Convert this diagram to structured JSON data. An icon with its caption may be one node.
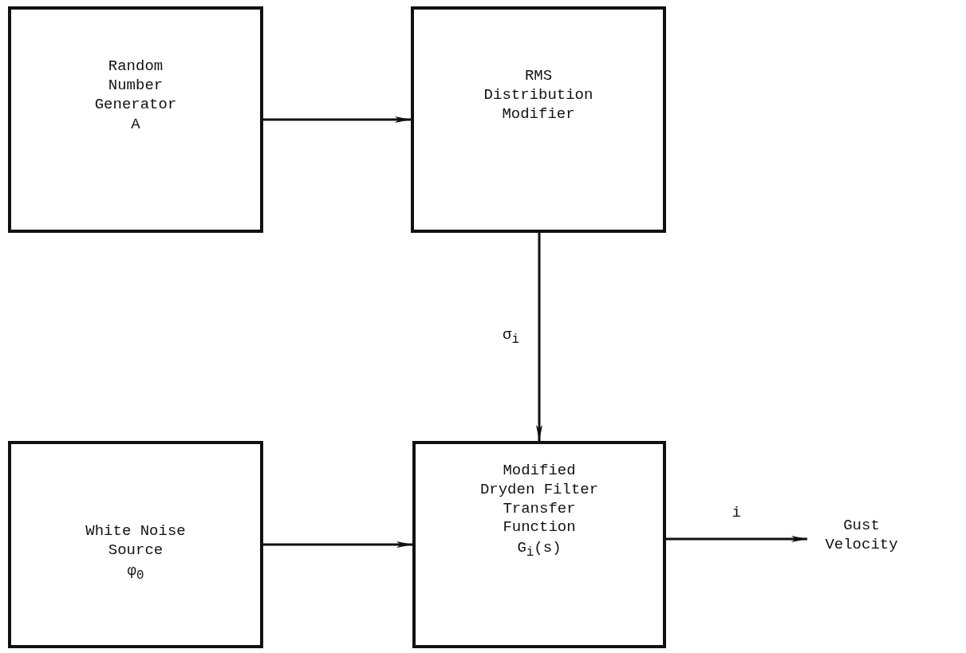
{
  "diagram": {
    "nodes": [
      {
        "text": [
          "Random Number Generator",
          "A"
        ]
      },
      {
        "text": [
          "RMS Distribution Modifier"
        ]
      },
      {
        "text": [
          "White Noise Source",
          "φ$_{0}$"
        ]
      },
      {
        "text": [
          "Modified Dryden Filter Transfer Function",
          "G$_{i}$(s)"
        ]
      },
      {
        "text": [
          "Gust Velocity"
        ]
      }
    ],
    "edges": [
      {
        "from": 0,
        "to": 1,
        "arrow": "to"
      },
      {
        "from": 1,
        "to": 3,
        "arrow": "to",
        "label": "σ$_{i}$"
      },
      {
        "from": 2,
        "to": 3,
        "arrow": "to"
      },
      {
        "from": 3,
        "to": 4,
        "arrow": "to",
        "label": "i"
      }
    ]
  }
}
